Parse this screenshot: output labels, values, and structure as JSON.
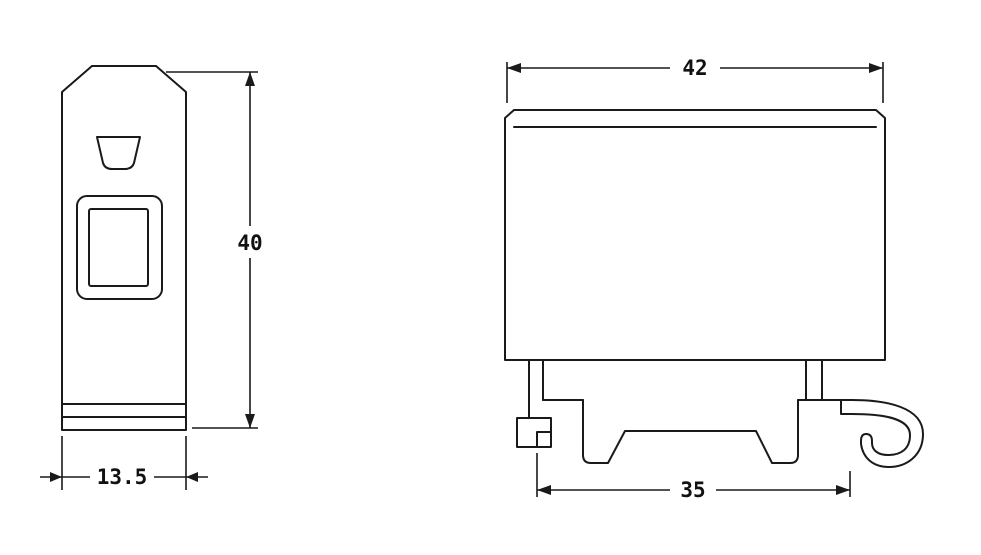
{
  "dimensions": {
    "front_width": {
      "label": "42"
    },
    "side_height": {
      "label": "40"
    },
    "side_width": {
      "label": "13.5"
    },
    "rail_span": {
      "label": "35"
    }
  },
  "colors": {
    "line": "#1a1a1a",
    "background": "#ffffff"
  }
}
